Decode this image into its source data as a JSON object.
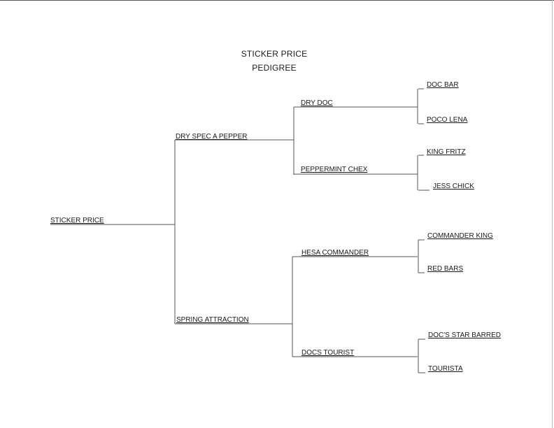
{
  "title": "STICKER PRICE",
  "subtitle": "PEDIGREE",
  "subject": "STICKER PRICE",
  "sire": "DRY SPEC A PEPPER",
  "dam": "SPRING ATTRACTION",
  "sire_sire": "DRY DOC",
  "sire_dam": "PEPPERMINT CHEX",
  "dam_sire": "HESA COMMANDER",
  "dam_dam": "DOCS TOURIST",
  "great_grandparents": {
    "g1": "DOC BAR",
    "g2": "POCO LENA",
    "g3": "KING FRITZ",
    "g4": "JESS CHICK",
    "g5": "COMMANDER KING",
    "g6": "RED BARS",
    "g7": "DOC'S STAR BARRED",
    "g8": "TOURISTA"
  }
}
